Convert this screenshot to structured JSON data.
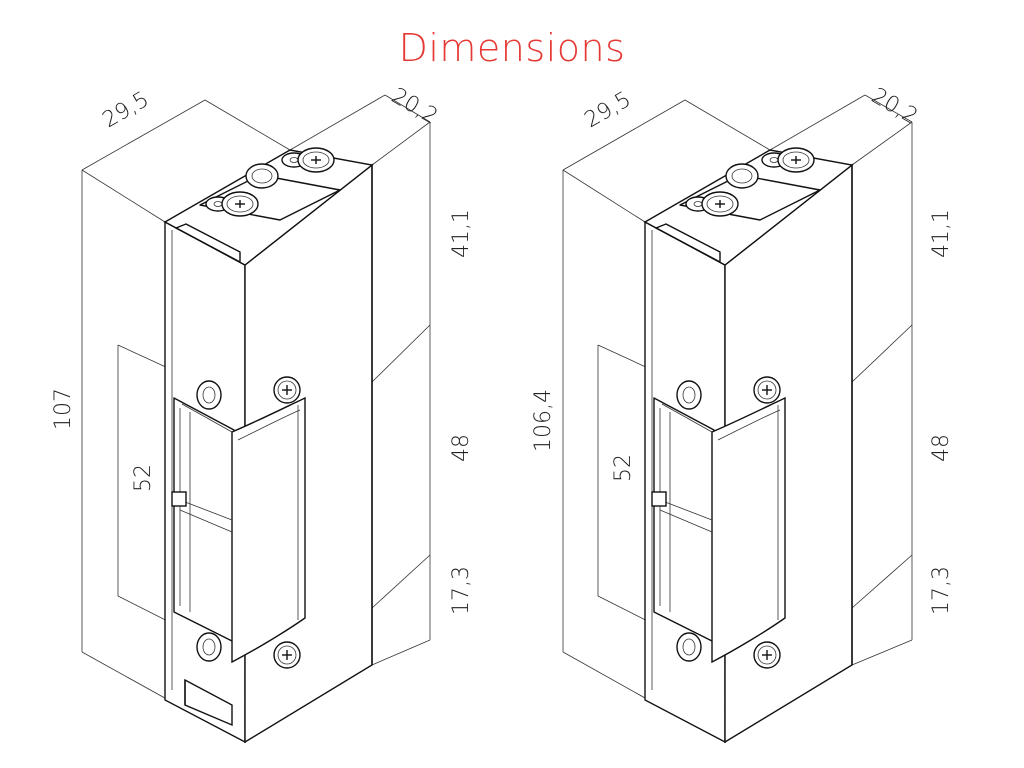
{
  "title": "Dimensions",
  "left": {
    "width": "29,5",
    "depth": "20,2",
    "height": "107",
    "top_section": "41,1",
    "middle_section": "48",
    "bottom_section": "17,3",
    "inner": "52"
  },
  "right": {
    "width": "29,5",
    "depth": "20,2",
    "height": "106,4",
    "top_section": "41,1",
    "middle_section": "48",
    "bottom_section": "17,3",
    "inner": "52"
  }
}
